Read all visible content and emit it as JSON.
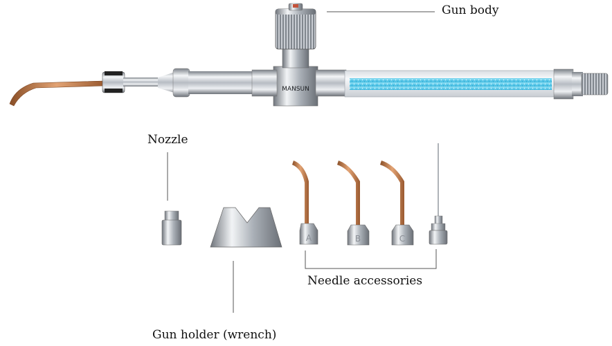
{
  "labels": {
    "gun_body": "Gun body",
    "nozzle": "Nozzle",
    "needle_accessories": "Needle accessories",
    "gun_holder": "Gun holder (wrench)"
  },
  "gun": {
    "brand": "MANSUN"
  },
  "needles": {
    "tips": [
      "A",
      "B",
      "C"
    ]
  },
  "colors": {
    "copper": "#c07a45",
    "chrome": "#c8ccd2",
    "tube_fill": "#5cc8e8",
    "leader_line": "#555555"
  }
}
